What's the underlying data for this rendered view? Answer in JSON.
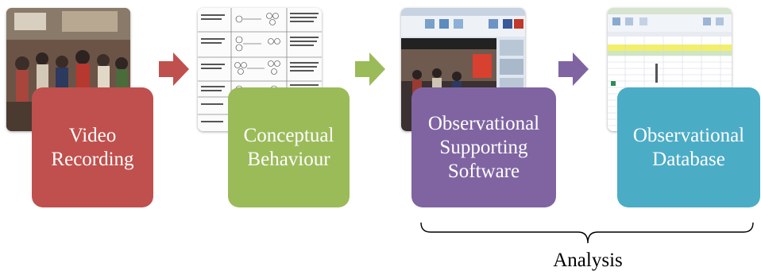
{
  "steps": [
    {
      "name": "video-recording",
      "lines": [
        "Video",
        "Recording"
      ],
      "color": "#c0504d"
    },
    {
      "name": "conceptual-behaviour",
      "lines": [
        "Conceptual",
        "Behaviour"
      ],
      "color": "#9bbb59"
    },
    {
      "name": "observational-supporting-software",
      "lines": [
        "Observational",
        "Supporting",
        "Software"
      ],
      "color": "#8064a2"
    },
    {
      "name": "observational-database",
      "lines": [
        "Observational",
        "Database"
      ],
      "color": "#4bacc6"
    }
  ],
  "arrows": [
    {
      "color": "#c0504d"
    },
    {
      "color": "#9bbb59"
    },
    {
      "color": "#8064a2"
    }
  ],
  "analysis": {
    "label": "Analysis"
  }
}
